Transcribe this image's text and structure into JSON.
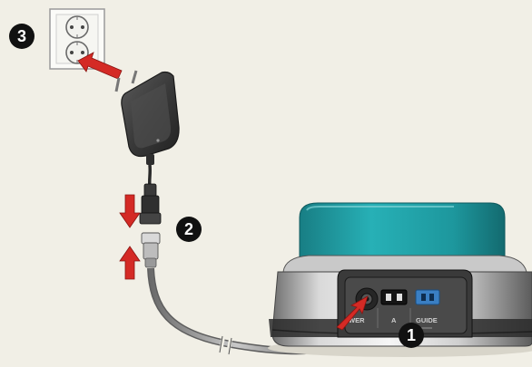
{
  "steps": [
    {
      "number": "1"
    },
    {
      "number": "2"
    },
    {
      "number": "3"
    }
  ],
  "base_station": {
    "port_labels": {
      "power": "WER",
      "a": "A",
      "guide": "GUIDE"
    }
  },
  "colors": {
    "background": "#f1efe6",
    "arrow_red": "#d42a25",
    "teal_cover": "#1f9ea4",
    "adapter_body": "#3c3c3c",
    "cable": "#8d8d8d",
    "guide_port": "#3a7fc3",
    "step_badge": "#111111"
  },
  "icons": [
    "wall-socket-icon",
    "power-adapter-icon",
    "connector-icon",
    "red-arrow-icon",
    "step-number-icon"
  ]
}
